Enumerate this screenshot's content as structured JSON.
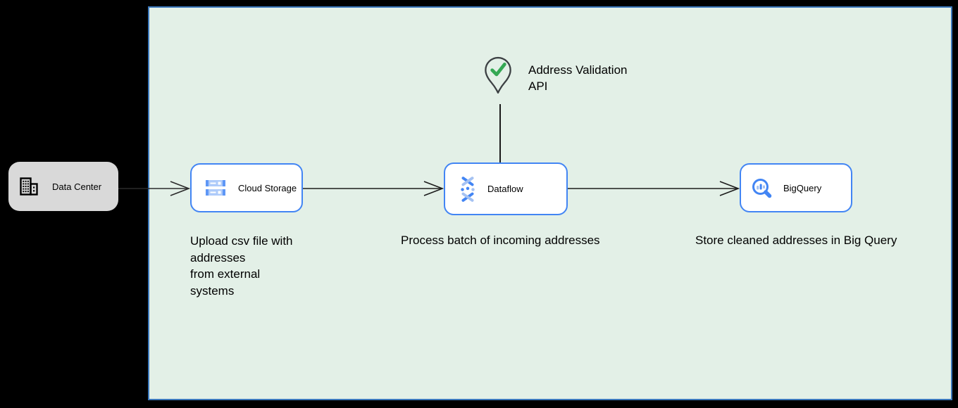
{
  "diagram": {
    "nodes": {
      "data_center": {
        "label": "Data Center"
      },
      "cloud_storage": {
        "label": "Cloud Storage"
      },
      "dataflow": {
        "label": "Dataflow"
      },
      "bigquery": {
        "label": "BigQuery"
      }
    },
    "annotation": {
      "address_validation_label": "Address Validation\nAPI"
    },
    "captions": {
      "upload": "Upload csv file with\naddresses\nfrom external\nsystems",
      "process": "Process batch of incoming addresses",
      "store": "Store cleaned addresses in Big Query"
    },
    "colors": {
      "page_background": "#000000",
      "boundary_fill": "#e3f0e7",
      "boundary_border": "#3b78bc",
      "node_border": "#4285f4",
      "node_fill": "#ffffff",
      "data_center_fill": "#d9d9d9",
      "icon_blue": "#4285f4",
      "icon_blue_light": "#a5c2f2",
      "pin_outline": "#3c4043",
      "check_green": "#34a853",
      "edge_color": "#000000",
      "text_color": "#000000"
    },
    "icons": [
      "data-center-building-icon",
      "cloud-storage-icon",
      "dataflow-icon",
      "bigquery-icon",
      "location-pin-check-icon"
    ]
  }
}
